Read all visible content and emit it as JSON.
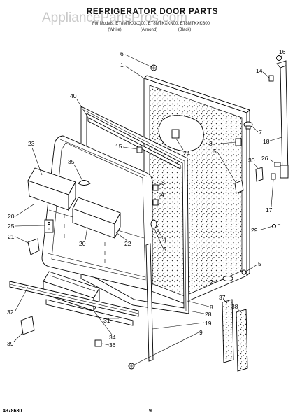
{
  "watermark": "AppliancePartsPros.com",
  "header": {
    "title": "REFRIGERATOR DOOR PARTS",
    "models": "For Models: ET8MTKXKQ00, ET8MTKXKN00, ET8MTKXKB00",
    "colors": [
      "(White)",
      "(Almond)",
      "(Black)"
    ]
  },
  "callouts": [
    "6",
    "1",
    "40",
    "16",
    "14",
    "7",
    "18",
    "3",
    "5",
    "24",
    "15",
    "23",
    "35",
    "30",
    "26",
    "17",
    "3",
    "4",
    "20",
    "25",
    "21",
    "20",
    "22",
    "4",
    "5",
    "29",
    "5",
    "2",
    "32",
    "31",
    "34",
    "36",
    "39",
    "37",
    "38",
    "8",
    "28",
    "19",
    "9"
  ],
  "footer": {
    "doc_number": "4378630",
    "page_number": "9"
  }
}
